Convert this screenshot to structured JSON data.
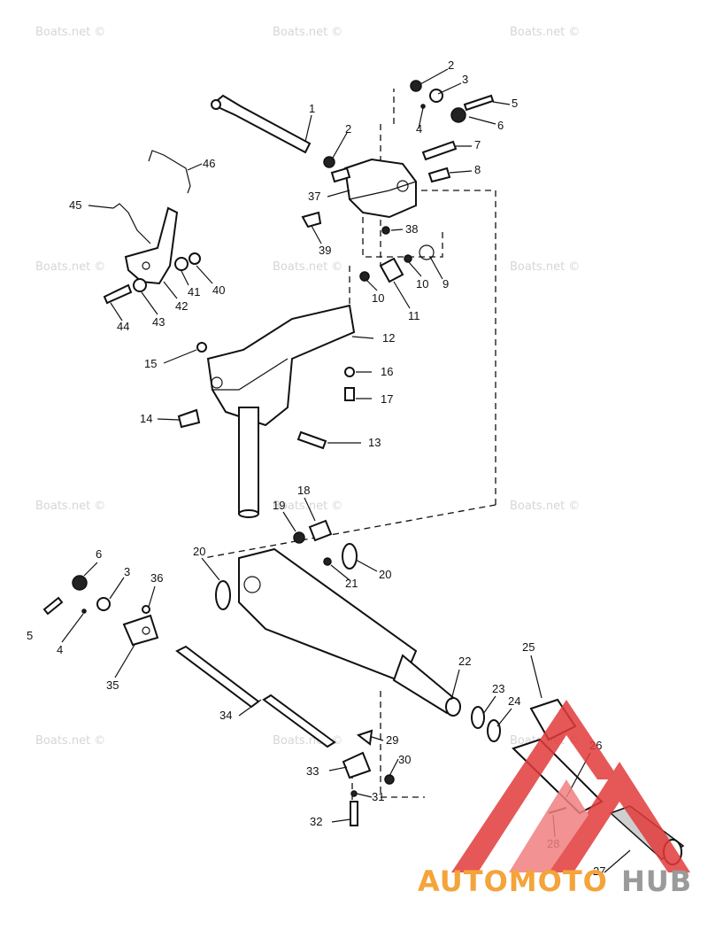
{
  "watermark": "Boats.net ©",
  "callouts": [
    "1",
    "2",
    "2",
    "3",
    "4",
    "5",
    "6",
    "7",
    "8",
    "37",
    "38",
    "39",
    "10",
    "10",
    "9",
    "11",
    "46",
    "45",
    "41",
    "40",
    "42",
    "43",
    "44",
    "12",
    "15",
    "16",
    "17",
    "14",
    "13",
    "18",
    "19",
    "20",
    "20",
    "21",
    "6",
    "3",
    "36",
    "5",
    "4",
    "35",
    "22",
    "25",
    "23",
    "24",
    "26",
    "34",
    "29",
    "33",
    "30",
    "31",
    "32",
    "28",
    "27"
  ],
  "logo": {
    "part1": "AUTOMOTO",
    "part2": "HUB"
  },
  "colors": {
    "logo_orange": "#f4a43a",
    "logo_gray": "#9a9a9a",
    "logo_red": "#e23a3a",
    "line": "#111111"
  }
}
